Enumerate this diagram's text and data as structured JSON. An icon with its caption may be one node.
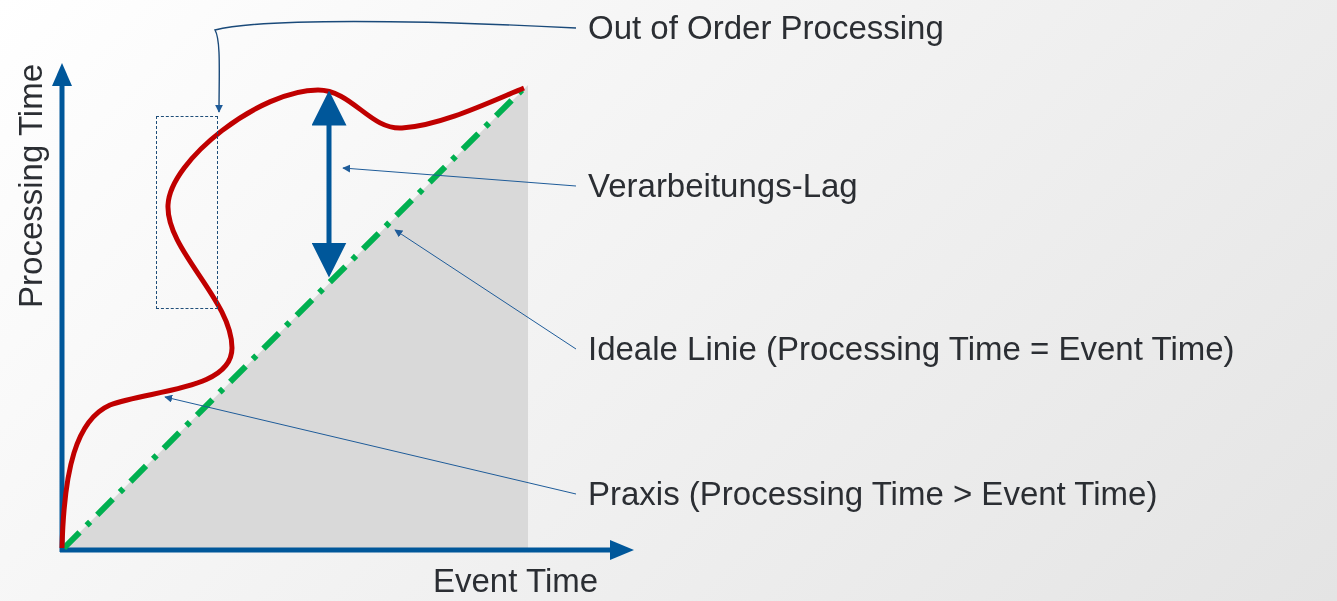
{
  "diagram": {
    "nodes": [
      {
        "text": [
          "Out of Order Processing"
        ]
      },
      {
        "text": [
          "Verarbeitungs-Lag"
        ]
      },
      {
        "text": [
          "Ideale Linie (Processing Time = Event Time)"
        ]
      },
      {
        "text": [
          "Praxis (Processing Time > Event Time)"
        ]
      },
      {
        "text": [],
        "shape": "box"
      }
    ],
    "edges": [
      {
        "from": 0,
        "to": 4,
        "arrow": "to"
      },
      {
        "from": 1,
        "to": null,
        "arrow": "to"
      },
      {
        "from": 2,
        "to": null,
        "arrow": "to"
      },
      {
        "from": 3,
        "to": null,
        "arrow": "to"
      }
    ],
    "labels": [
      "Processing Time",
      "Event Time"
    ]
  }
}
